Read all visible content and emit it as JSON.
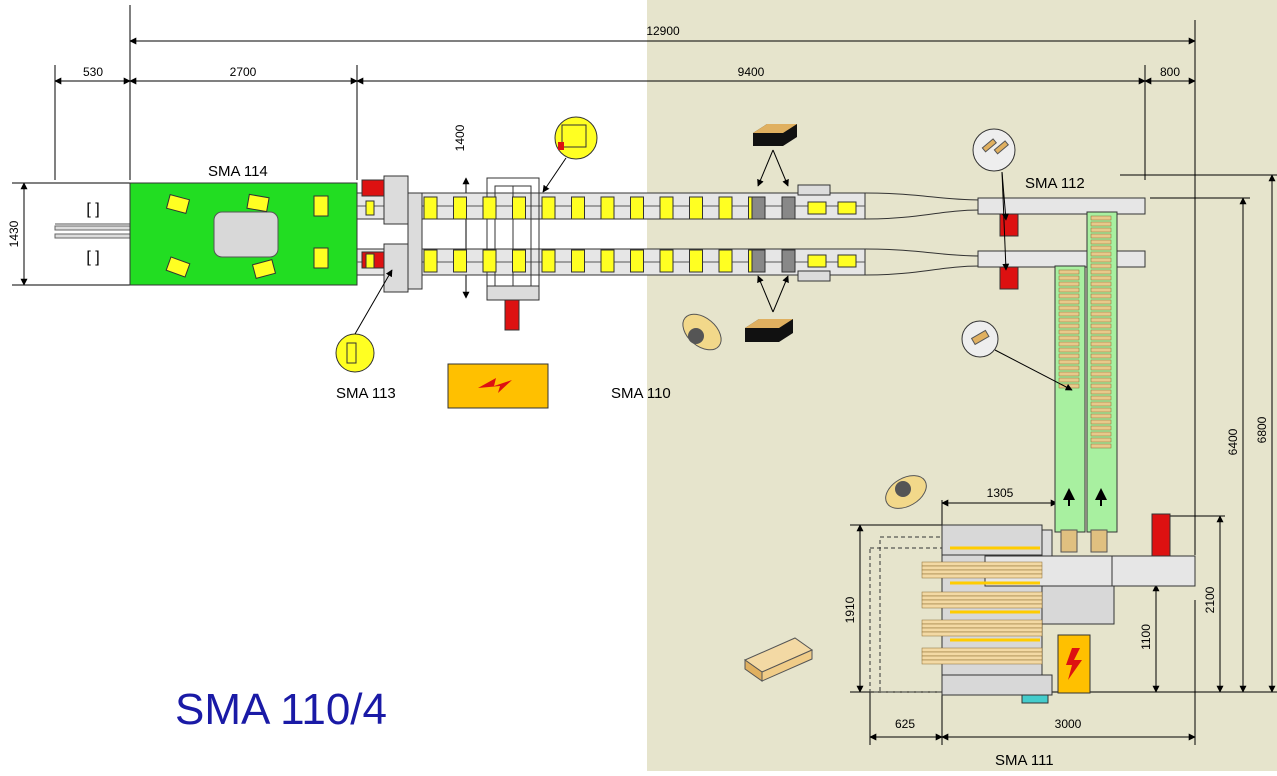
{
  "title": "SMA 110/4",
  "machines": {
    "sma114": "SMA 114",
    "sma113": "SMA 113",
    "sma110": "SMA 110",
    "sma112": "SMA 112",
    "sma111": "SMA 111"
  },
  "dimensions": {
    "total_length": "12900",
    "d530": "530",
    "d2700": "2700",
    "d9400": "9400",
    "d800": "800",
    "d1430": "1430",
    "d1400": "1400",
    "d1305": "1305",
    "d1910": "1910",
    "d1100": "1100",
    "d2100": "2100",
    "d6400": "6400",
    "d6800": "6800",
    "d625": "625",
    "d3000": "3000"
  },
  "colors": {
    "zone_bg": "#e6e4cc",
    "green": "#22dd22",
    "yellow": "#ffff22",
    "red": "#dd1111",
    "grey": "#d8d8d8",
    "orange": "#ffc000",
    "title_blue": "#1a1aa6"
  },
  "icons": [
    "hazard-voltage-icon",
    "operator-icon",
    "wood-block-icon",
    "lumber-stack-icon"
  ]
}
